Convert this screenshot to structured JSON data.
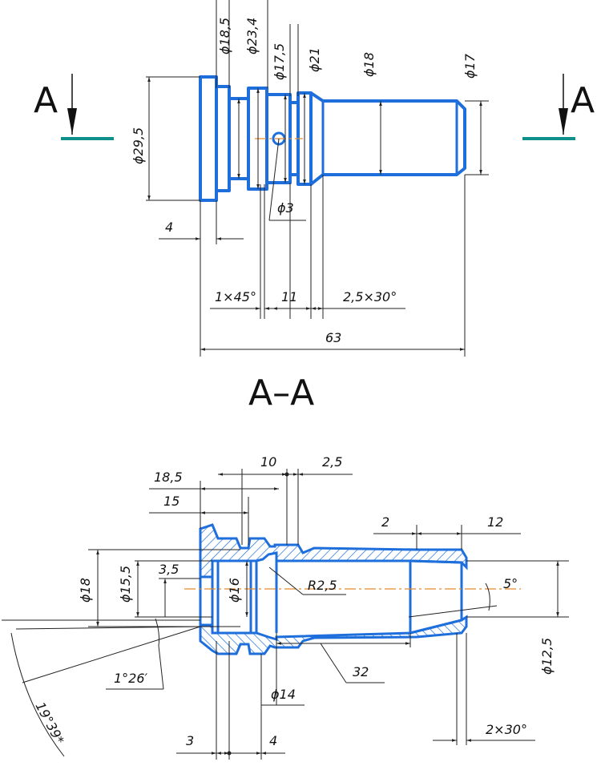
{
  "view_top": {
    "section_marker_left": "A",
    "section_marker_right": "A",
    "dims": {
      "d18_5": "ϕ18,5",
      "d23_4": "ϕ23,4",
      "d17_5": "ϕ17,5",
      "d21": "ϕ21",
      "d18": "ϕ18",
      "d17": "ϕ17",
      "d29_5": "ϕ29,5",
      "d3": "ϕ3",
      "len4": "4",
      "chamfer1": "1×45°",
      "len11": "11",
      "chamfer2": "2,5×30°",
      "len63": "63"
    }
  },
  "view_section": {
    "title": "A–A",
    "dims": {
      "len10": "10",
      "len2_5": "2,5",
      "len18_5": "18,5",
      "len15": "15",
      "len2": "2",
      "len12": "12",
      "d18": "ϕ18",
      "d15_5": "ϕ15,5",
      "len3_5": "3,5",
      "d16": "ϕ16",
      "r2_5": "R2,5",
      "ang5": "5°",
      "ang1_26": "1°26′",
      "len32": "32",
      "d12_5": "ϕ12,5",
      "ang19_39": "19°39*",
      "d14": "ϕ14",
      "len3": "3",
      "len4": "4",
      "chamfer3": "2×30°"
    }
  },
  "colors": {
    "part_outline": "#1e6fdc",
    "axis": "#e58a2c",
    "cutting_plane": "#0f8f8a"
  }
}
